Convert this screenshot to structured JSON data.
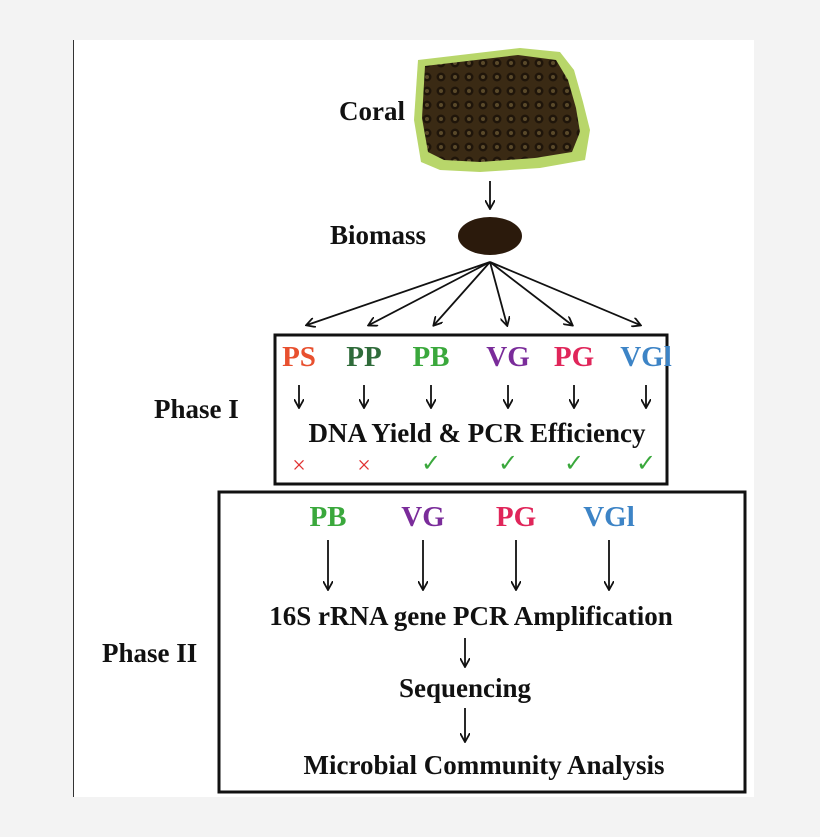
{
  "nodes": {
    "coral": "Coral",
    "biomass": "Biomass",
    "phase1": "Phase I",
    "phase2": "Phase II",
    "dna_yield": "DNA Yield & PCR Efficiency",
    "pcr_amp": "16S rRNA gene PCR Amplification",
    "sequencing": "Sequencing",
    "analysis": "Microbial Community Analysis"
  },
  "phase1_methods": [
    {
      "label": "PS",
      "color": "#e8502f",
      "result": "×",
      "result_color": "#e03030"
    },
    {
      "label": "PP",
      "color": "#2f6b3a",
      "result": "×",
      "result_color": "#e03030"
    },
    {
      "label": "PB",
      "color": "#3aa83c",
      "result": "✓",
      "result_color": "#3aa83c"
    },
    {
      "label": "VG",
      "color": "#7a2c9a",
      "result": "✓",
      "result_color": "#3aa83c"
    },
    {
      "label": "PG",
      "color": "#e0265a",
      "result": "✓",
      "result_color": "#3aa83c"
    },
    {
      "label": "VGl",
      "color": "#3d84c6",
      "result": "✓",
      "result_color": "#3aa83c"
    }
  ],
  "phase2_methods": [
    {
      "label": "PB",
      "color": "#3aa83c"
    },
    {
      "label": "VG",
      "color": "#7a2c9a"
    },
    {
      "label": "PG",
      "color": "#e0265a"
    },
    {
      "label": "VGl",
      "color": "#3d84c6"
    }
  ],
  "colors": {
    "coral_body": "#3a2a14",
    "coral_rim": "#b8d66a",
    "biomass": "#2b1a0c",
    "line": "#111111"
  }
}
